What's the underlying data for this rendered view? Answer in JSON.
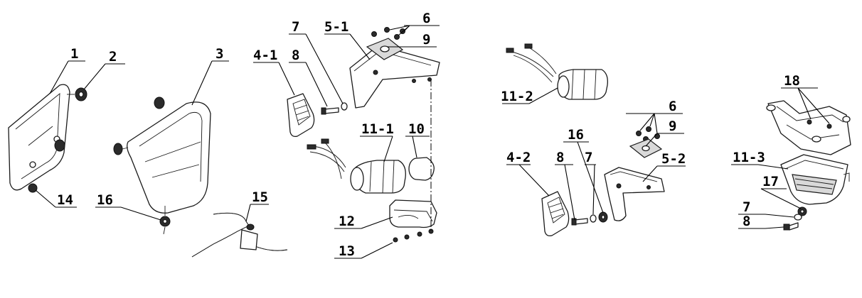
{
  "callouts": {
    "c1": "1",
    "c2": "2",
    "c3": "3",
    "c14": "14",
    "c16a": "16",
    "c15": "15",
    "c4_1": "4-1",
    "c8a": "8",
    "c7a": "7",
    "c5_1": "5-1",
    "c6a": "6",
    "c9a": "9",
    "c11_1": "11-1",
    "c10": "10",
    "c12": "12",
    "c13": "13",
    "c11_2": "11-2",
    "c6b": "6",
    "c9b": "9",
    "c16b": "16",
    "c4_2": "4-2",
    "c8b": "8",
    "c7b": "7",
    "c5_2": "5-2",
    "c18": "18",
    "c11_3": "11-3",
    "c17": "17",
    "c7c": "7",
    "c8c": "8"
  }
}
